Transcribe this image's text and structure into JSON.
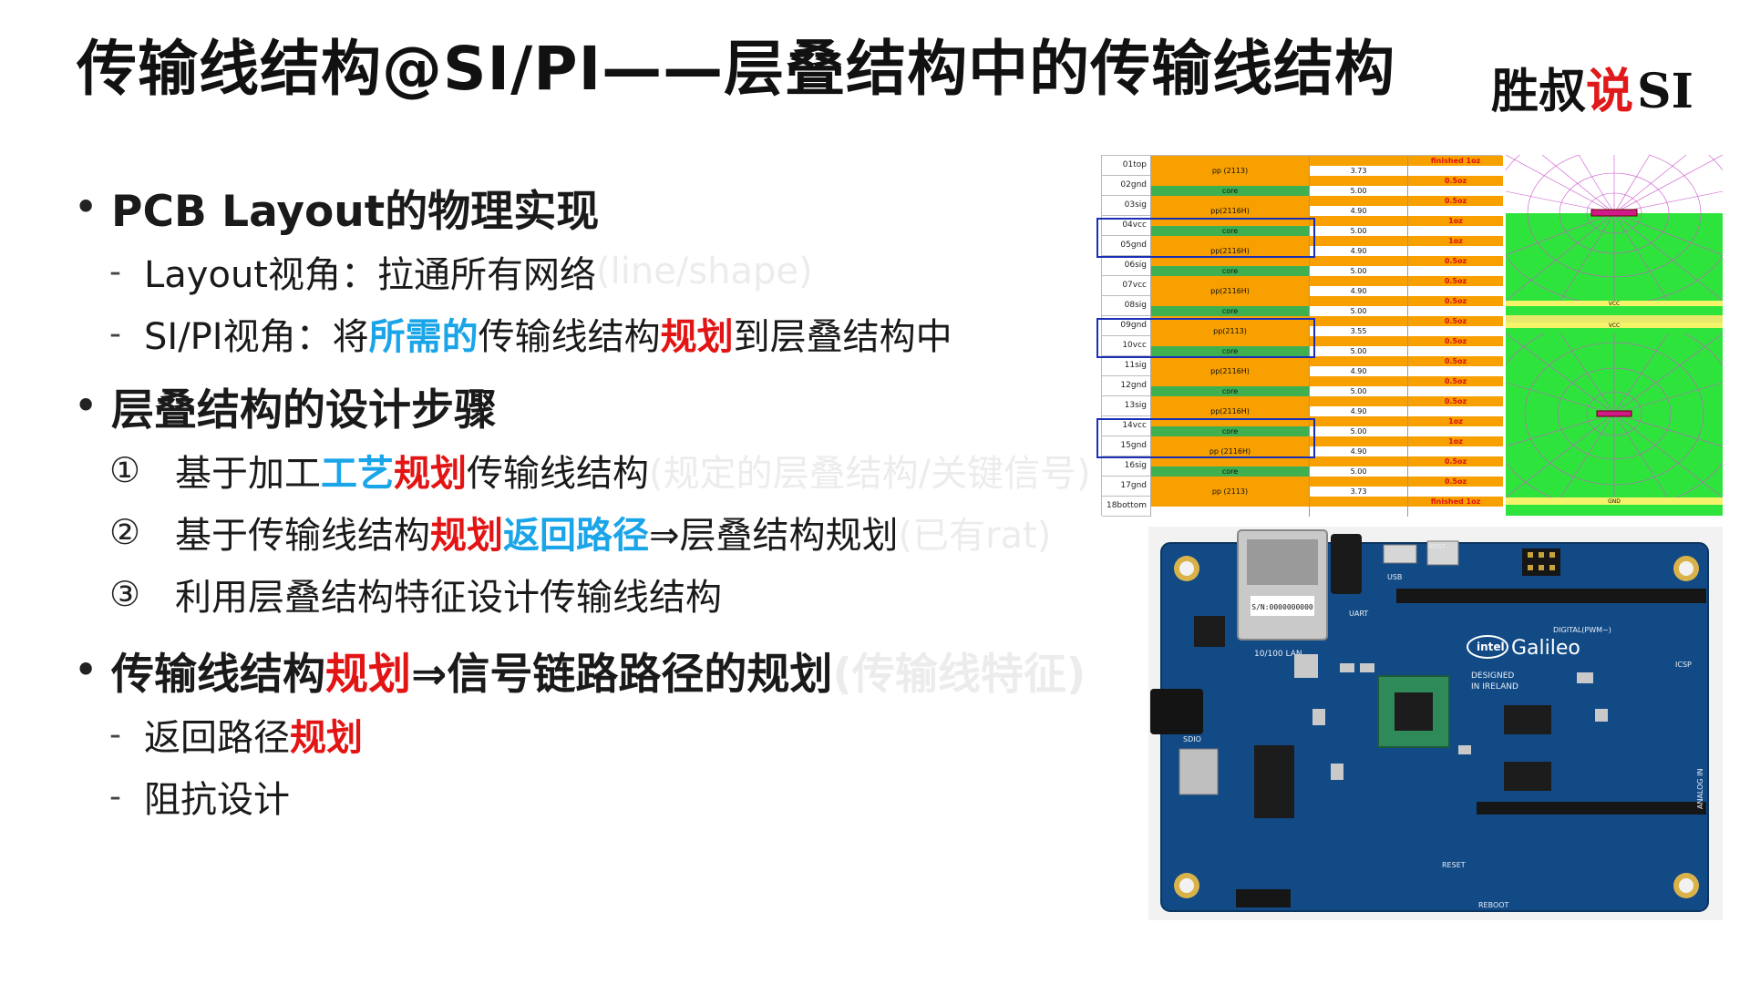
{
  "slide": {
    "title": "传输线结构@SI/PI——层叠结构中的传输线结构",
    "brand": {
      "part1": "胜叔",
      "part2": "说",
      "part3": "SI"
    }
  },
  "sections": {
    "s1": {
      "heading": "PCB Layout的物理实现",
      "items": {
        "i1": {
          "text": "Layout视角：拉通所有网络",
          "ghost": "(line/shape)"
        },
        "i2": {
          "a": "SI/PI视角：将",
          "b": "所需的",
          "c": "传输线结构",
          "d": "规划",
          "e": "到层叠结构中"
        }
      }
    },
    "s2": {
      "heading": "层叠结构的设计步骤",
      "steps": {
        "st1": {
          "num": "①",
          "a": "基于加工",
          "b": "工艺",
          "c": "规划",
          "d": "传输线结构",
          "ghost": "(规定的层叠结构/关键信号)"
        },
        "st2": {
          "num": "②",
          "a": "基于传输线结构",
          "b": "规划",
          "c": "返回路径",
          "d": "⇒层叠结构规划",
          "ghost": "(已有rat)"
        },
        "st3": {
          "num": "③",
          "a": "利用层叠结构特征设计传输线结构"
        }
      }
    },
    "s3": {
      "heading_a": "传输线结构",
      "heading_b": "规划",
      "heading_c": "⇒信号链路路径的规划",
      "ghost": "(传输线特征)",
      "items": {
        "i1": {
          "a": "返回路径",
          "b": "规划"
        },
        "i2": {
          "a": "阻抗设计"
        }
      }
    }
  },
  "stackup": {
    "rows": [
      {
        "name": "01top",
        "mat": "pp (2113)",
        "th": "3.73",
        "cu": "finished 1oz",
        "kind": "pp"
      },
      {
        "name": "02gnd",
        "mat": "core",
        "th": "5.00",
        "cu": "0.5oz",
        "kind": "co"
      },
      {
        "name": "03sig",
        "mat": "pp(2116H)",
        "th": "4.90",
        "cu": "0.5oz",
        "kind": "pp"
      },
      {
        "name": "04vcc",
        "mat": "core",
        "th": "5.00",
        "cu": "1oz",
        "kind": "co"
      },
      {
        "name": "05gnd",
        "mat": "pp(2116H)",
        "th": "4.90",
        "cu": "1oz",
        "kind": "pp"
      },
      {
        "name": "06sig",
        "mat": "core",
        "th": "5.00",
        "cu": "0.5oz",
        "kind": "co"
      },
      {
        "name": "07vcc",
        "mat": "pp(2116H)",
        "th": "4.90",
        "cu": "0.5oz",
        "kind": "pp"
      },
      {
        "name": "08sig",
        "mat": "core",
        "th": "5.00",
        "cu": "0.5oz",
        "kind": "co"
      },
      {
        "name": "09gnd",
        "mat": "pp(2113)",
        "th": "3.55",
        "cu": "0.5oz",
        "kind": "pp"
      },
      {
        "name": "10vcc",
        "mat": "core",
        "th": "5.00",
        "cu": "0.5oz",
        "kind": "co"
      },
      {
        "name": "11sig",
        "mat": "pp(2116H)",
        "th": "4.90",
        "cu": "0.5oz",
        "kind": "pp"
      },
      {
        "name": "12gnd",
        "mat": "core",
        "th": "5.00",
        "cu": "0.5oz",
        "kind": "co"
      },
      {
        "name": "13sig",
        "mat": "pp(2116H)",
        "th": "4.90",
        "cu": "0.5oz",
        "kind": "pp"
      },
      {
        "name": "14vcc",
        "mat": "core",
        "th": "5.00",
        "cu": "1oz",
        "kind": "co"
      },
      {
        "name": "15gnd",
        "mat": "pp (2116H)",
        "th": "4.90",
        "cu": "1oz",
        "kind": "pp"
      },
      {
        "name": "16sig",
        "mat": "core",
        "th": "5.00",
        "cu": "0.5oz",
        "kind": "co"
      },
      {
        "name": "17gnd",
        "mat": "pp (2113)",
        "th": "3.73",
        "cu": "0.5oz",
        "kind": "pp"
      },
      {
        "name": "18bottom",
        "mat": "",
        "th": "",
        "cu": "finished 1oz",
        "kind": "pp"
      }
    ]
  },
  "field_plot": {
    "label_top": "VCC",
    "label_mid": "VCC",
    "label_bottom": "GND"
  },
  "board": {
    "labels": {
      "eth": "10/100 LAN",
      "brand": "Galileo",
      "intel": "intel",
      "designed": "DESIGNED",
      "ireland": "IN IRELAND",
      "digital": "DIGITAL(PWM~)",
      "sd": "SDIO",
      "analog": "ANALOG IN",
      "usb": "USB",
      "host": "HOST",
      "uart": "UART",
      "icsp": "ICSP",
      "reboot": "REBOOT",
      "reset": "RESET",
      "sn": "S/N:0000000000"
    }
  }
}
